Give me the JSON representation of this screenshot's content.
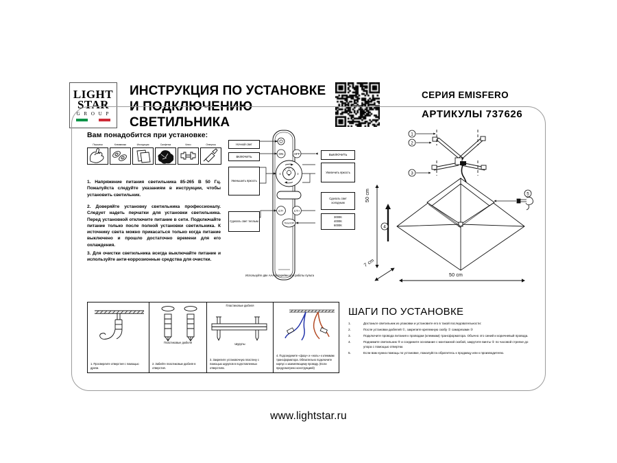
{
  "header": {
    "logo": {
      "line1": "LIGHT",
      "line2": "STAR",
      "group": "G R O U P"
    },
    "title": "ИНСТРУКЦИЯ ПО УСТАНОВКЕ И ПОДКЛЮЧЕНИЮ СВЕТИЛЬНИКА",
    "qr_alt": "qr-code",
    "series": "СЕРИЯ EMISFERO",
    "article": "АРТИКУЛЫ 737626"
  },
  "needed": {
    "title": "Вам понадобится при установке:",
    "tools": [
      {
        "label": "Перчатки",
        "icon": "gloves-icon"
      },
      {
        "label": "Клеммники",
        "icon": "terminal-block-icon"
      },
      {
        "label": "Инструкция",
        "icon": "manual-icon"
      },
      {
        "label": "Салфетка",
        "icon": "cloth-icon"
      },
      {
        "label": "Ключ",
        "icon": "wrench-icon"
      },
      {
        "label": "Отвертка",
        "icon": "screwdriver-icon"
      }
    ]
  },
  "notes": {
    "p1": "1. Напряжение питания светильника 85-265 В 50 Гц. Пожалуйста следуйте указаниям в инструкции, чтобы установить светильник.",
    "p2": "2. Доверяйте установку светильника профессионалу. Следует надеть перчатки для установки светильника. Перед установкой отключите питание в сети. Подключайте питание только после полной установки светильника. К источнику света можно прикасаться только когда питание выключено и прошло достаточно времени для его охлаждения.",
    "p3": "3. Для очистки светильника всегда выключайте питание и используйте анти-коррозионные средства для очистки."
  },
  "remote": {
    "battery_caption": "Используйте две AAA батарейки для работы пульта",
    "buttons": {
      "indicator": "LED",
      "on": "ON",
      "off": "OFF",
      "left": "‹",
      "right": "›",
      "ct_minus": "CT-",
      "ct_plus": "CT+",
      "timer": "Timer/Off"
    },
    "labels_left": [
      {
        "text": "Ночной свет"
      },
      {
        "text": "ВКЛЮЧИТЬ"
      },
      {
        "text": "Уменьшить яркость"
      },
      {
        "text": "Сделать свет теплым"
      }
    ],
    "labels_right": [
      {
        "text": "ВЫКЛЮЧИТЬ"
      },
      {
        "text": "Увеличить яркость"
      },
      {
        "text": "Сделать свет холодным"
      },
      {
        "text": "3000K 4000K 6000K"
      }
    ]
  },
  "lamp": {
    "callouts": [
      "1",
      "2",
      "3",
      "4",
      "5"
    ],
    "dim_height": "50 cm",
    "dim_depth": "7 cm",
    "dim_width": "50 cm"
  },
  "mount_steps": [
    {
      "caption": "1. Просверлите отверстия с помощью дрели.",
      "top_label": "",
      "mid_label": "",
      "icon": "drill-hole-icon"
    },
    {
      "caption": "2. Забейте пластиковые дюбеля в отверстия.",
      "top_label": "",
      "mid_label": "Пластиковые дюбеля",
      "icon": "dowel-icon"
    },
    {
      "caption": "3. Закрепите установочную пластину с помощью шурупов в подготовленных отверстиях.",
      "top_label": "Пластиковые дюбеля",
      "mid_label": "Шурупы",
      "icon": "mount-plate-icon"
    },
    {
      "caption": "4. Подсоедините «фазу» и «ноль» к клеммам трансформатора. Обязательно подключите корпус к заземляющему проводу. (Если предусмотрено конструкцией)",
      "top_label": "",
      "mid_label": "",
      "icon": "wiring-icon"
    }
  ],
  "install": {
    "title": "ШАГИ ПО УСТАНОВКЕ",
    "items": [
      {
        "num": "1.",
        "text": "Достаньте светильник из упаковки и установите его в такой последовательности:"
      },
      {
        "num": "2.",
        "text": "После установки дюбелей ①, закрепите крепежную скобу ② саморезами ③"
      },
      {
        "num": "3.",
        "text": "Подключите провода питания к проводам (клеммам) трансформатора. Обычно это синий и коричневый провода."
      },
      {
        "num": "4.",
        "text": "Поднимите светильник ④ и соедините основание с монтажной скобой, закрутите винты ⑤ по часовой стрелке до упора с помощью отвертки."
      },
      {
        "num": "5.",
        "text": "Если вам нужна помощь по установке, пожалуйста обратитесь к продавцу или к производителю."
      }
    ]
  },
  "footer": {
    "url": "www.lightstar.ru"
  },
  "colors": {
    "frame_border": "#9a9a9a",
    "wire_blue": "#2233aa",
    "wire_brown": "#b34a24",
    "flag_green": "#009246",
    "flag_red": "#ce2b37"
  }
}
